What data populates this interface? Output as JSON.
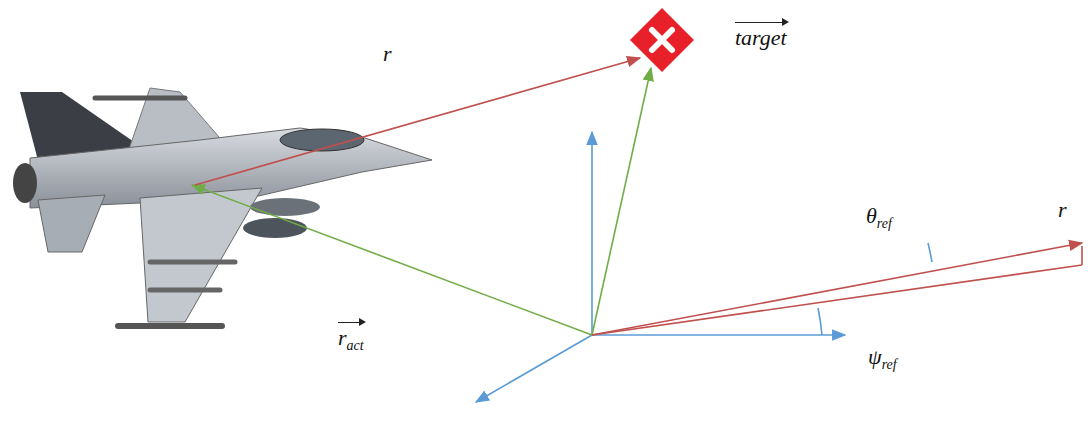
{
  "diagram": {
    "labels": [
      "r⃗",
      "target",
      "r⃗",
      "θ",
      "ref",
      "ψ",
      "ref",
      "r",
      "act"
    ]
  }
}
